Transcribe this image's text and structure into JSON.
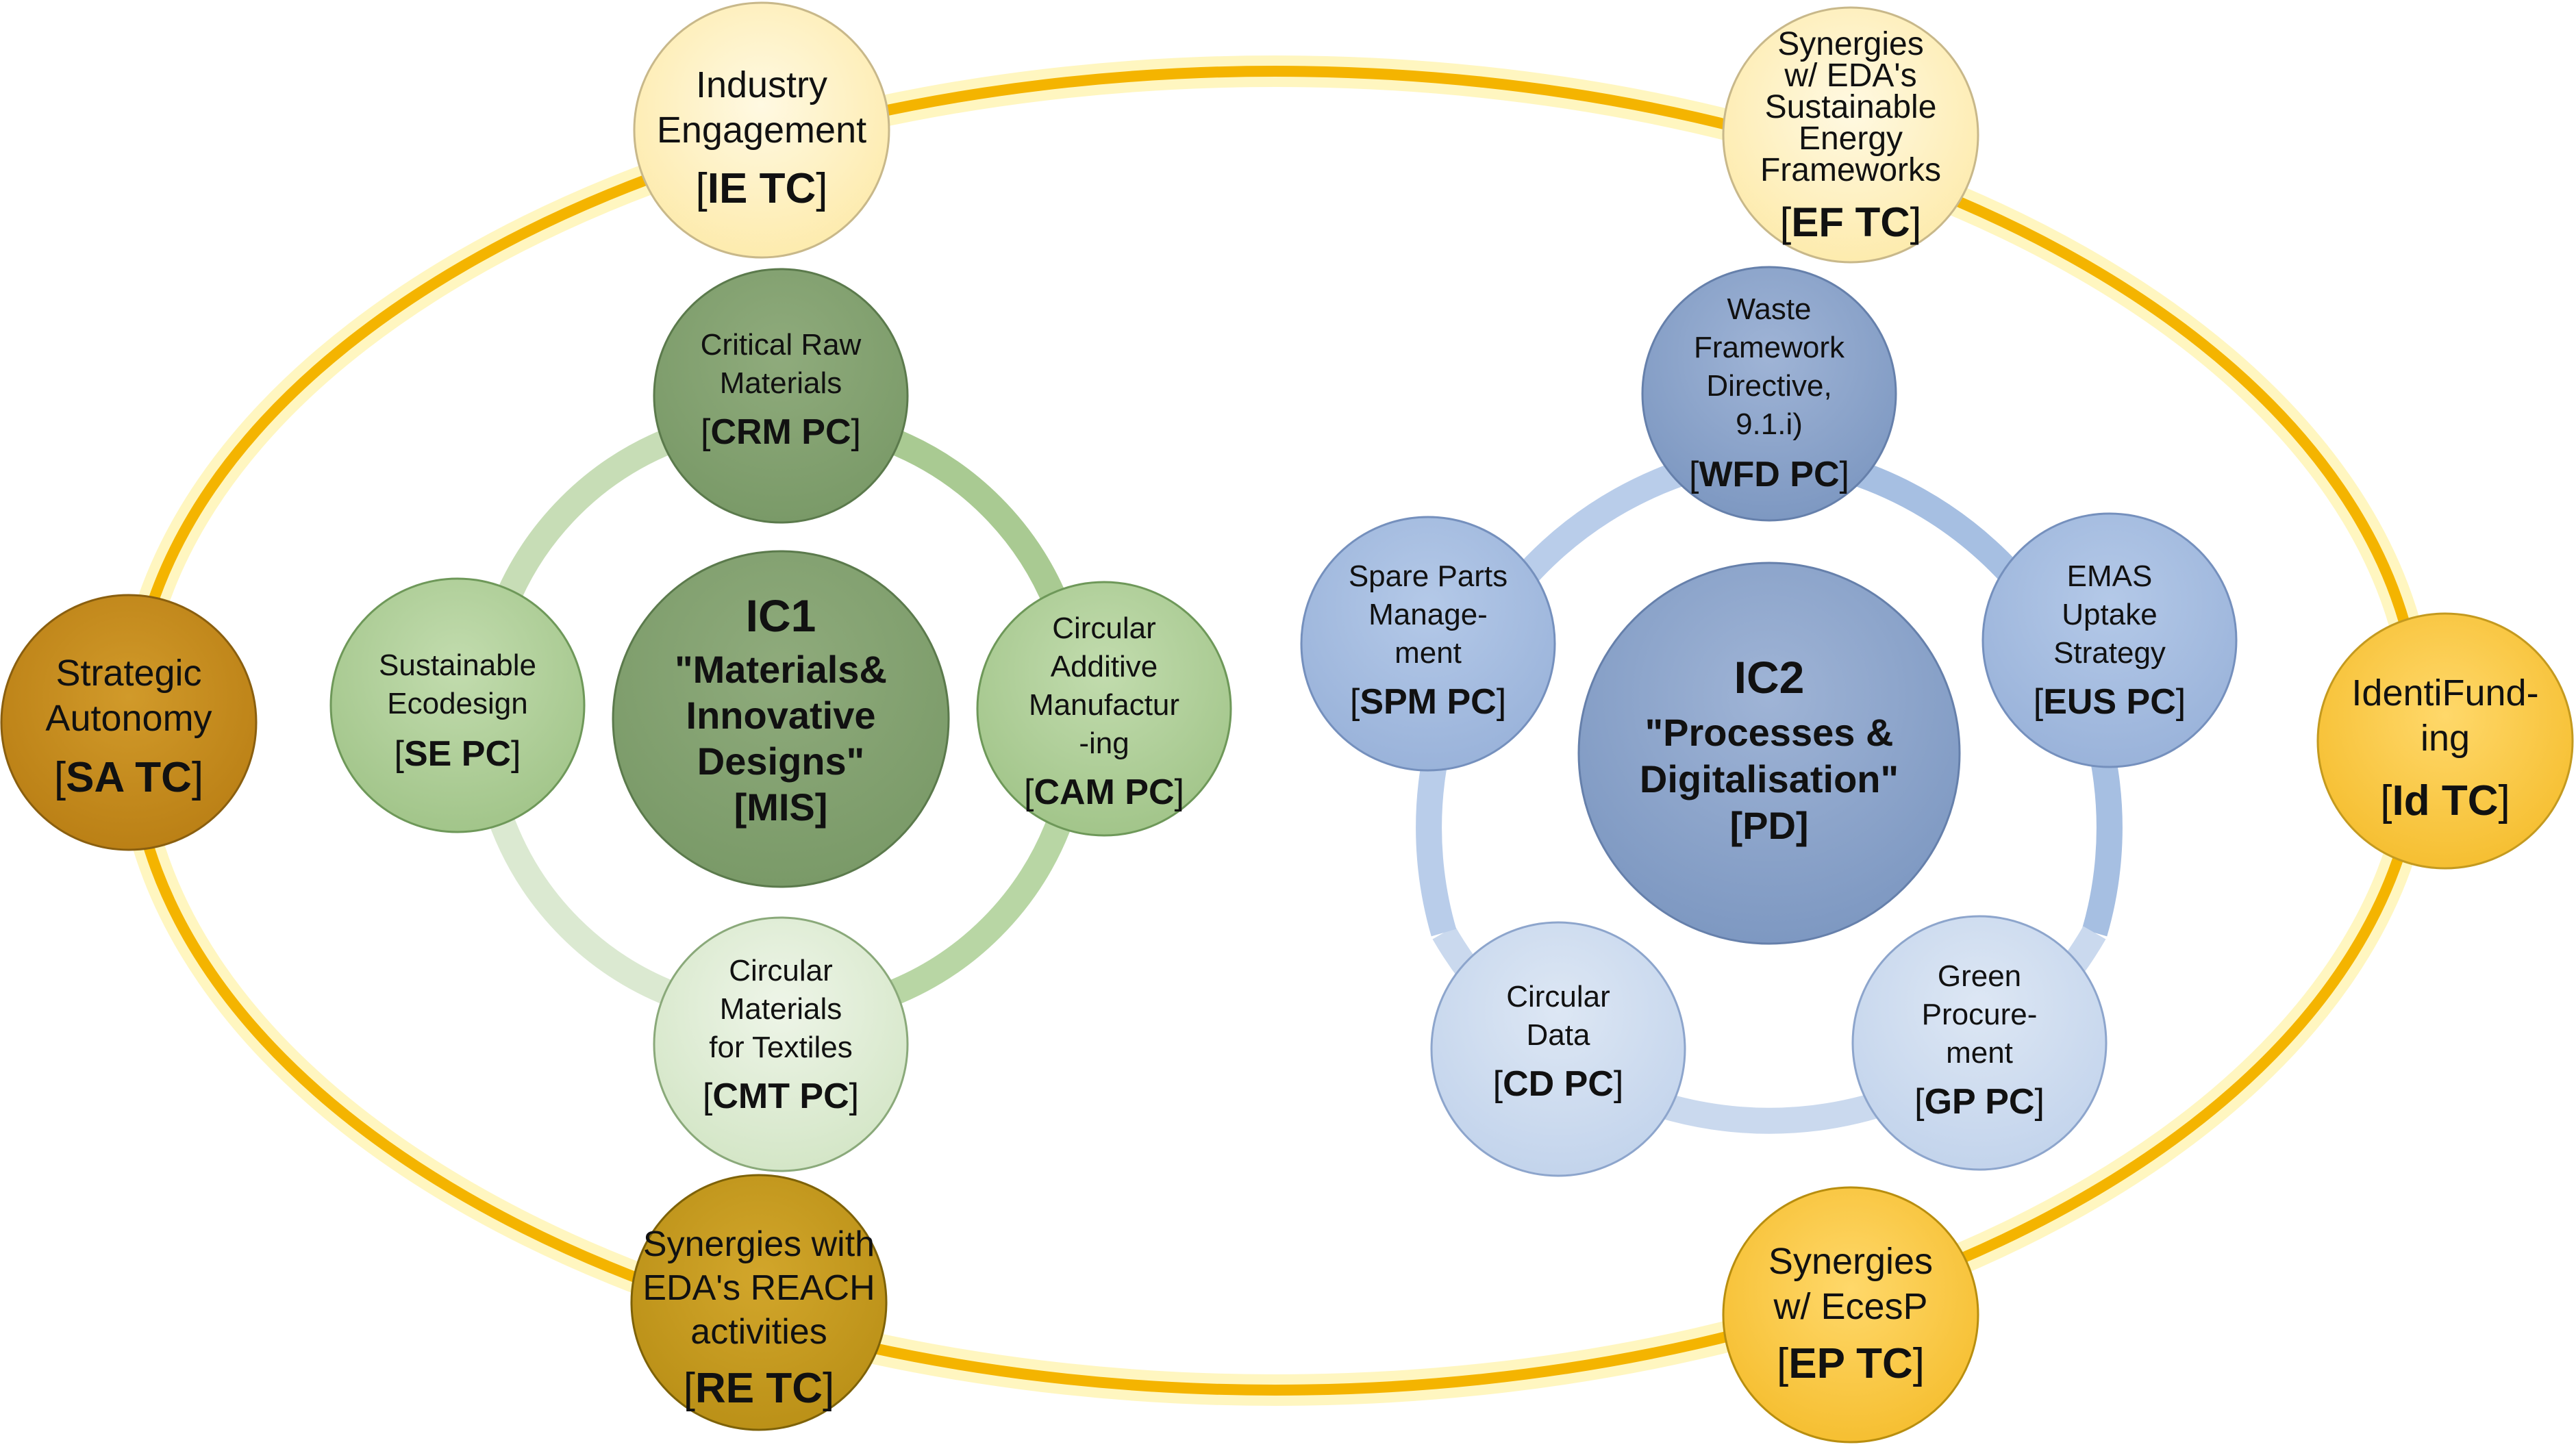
{
  "colors": {
    "outer_ring": "#f4b400",
    "outer_glow": "#fff3a6",
    "ic1_dark": "#7f9c6e",
    "ic1_mid": "#a8c88f",
    "ic1_light": "#dcebd2",
    "ic2_dark": "#7e98c2",
    "ic2_mid": "#a9c0e0",
    "ic2_light": "#d3e0f0",
    "tc_pale": "#fff2c9",
    "tc_yellow": "#f7c43a",
    "tc_gold": "#c69a1f",
    "tc_amber": "#c58a1f",
    "text": "#111111"
  },
  "outer_nodes": {
    "ie": {
      "lines": [
        "Industry",
        "Engagement"
      ],
      "code": "IE TC"
    },
    "ef": {
      "lines": [
        "Synergies",
        "w/ EDA's",
        "Sustainable",
        "Energy",
        "Frameworks"
      ],
      "code": "EF TC"
    },
    "sa": {
      "lines": [
        "Strategic",
        "Autonomy"
      ],
      "code": "SA TC"
    },
    "id": {
      "lines": [
        "IdentiFund-",
        "ing"
      ],
      "code": "Id TC"
    },
    "re": {
      "lines": [
        "Synergies with",
        "EDA's REACH",
        "activities"
      ],
      "code": "RE TC"
    },
    "ep": {
      "lines": [
        "Synergies",
        "w/ EcesP"
      ],
      "code": "EP TC"
    }
  },
  "ic1": {
    "center": {
      "lines": [
        "IC1",
        "\"Materials&",
        "Innovative",
        "Designs\"",
        "[MIS]"
      ]
    },
    "crm": {
      "lines": [
        "Critical Raw",
        "Materials"
      ],
      "code": "CRM PC"
    },
    "se": {
      "lines": [
        "Sustainable",
        "Ecodesign"
      ],
      "code": "SE PC"
    },
    "cam": {
      "lines": [
        "Circular",
        "Additive",
        "Manufactur",
        "-ing"
      ],
      "code": "CAM PC"
    },
    "cmt": {
      "lines": [
        "Circular",
        "Materials",
        "for Textiles"
      ],
      "code": "CMT PC"
    }
  },
  "ic2": {
    "center": {
      "lines": [
        "IC2",
        "\"Processes &",
        "Digitalisation\"",
        "[PD]"
      ]
    },
    "wfd": {
      "lines": [
        "Waste",
        "Framework",
        "Directive,",
        "9.1.i)"
      ],
      "code": "WFD PC"
    },
    "spm": {
      "lines": [
        "Spare Parts",
        "Manage-",
        "ment"
      ],
      "code": "SPM PC"
    },
    "eus": {
      "lines": [
        "EMAS",
        "Uptake",
        "Strategy"
      ],
      "code": "EUS PC"
    },
    "cd": {
      "lines": [
        "Circular",
        "Data"
      ],
      "code": "CD PC"
    },
    "gp": {
      "lines": [
        "Green",
        "Procure-",
        "ment"
      ],
      "code": "GP PC"
    }
  }
}
